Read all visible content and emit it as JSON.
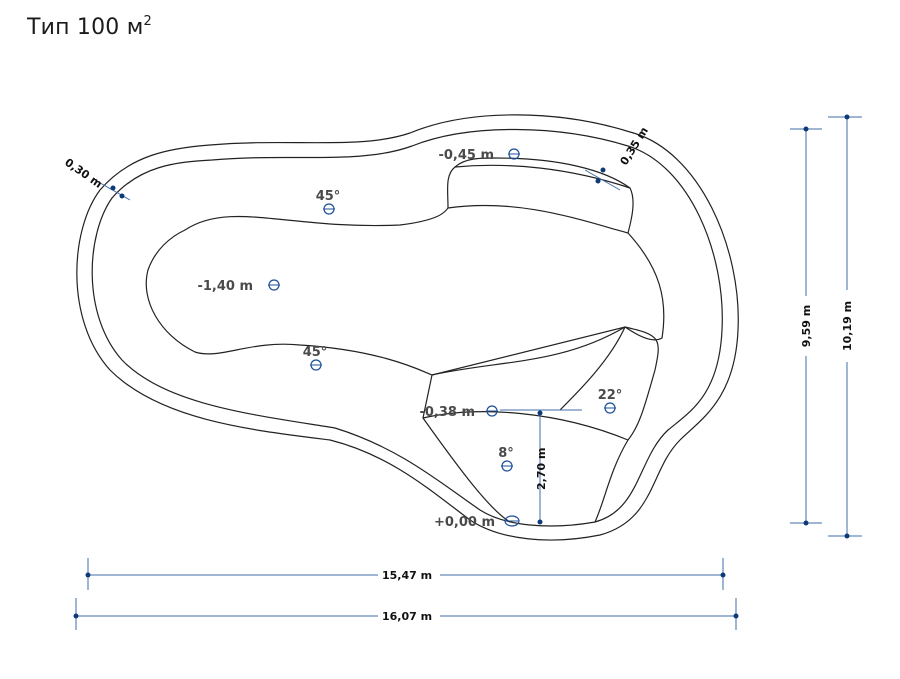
{
  "title": {
    "text": "Тип 100 м",
    "sup": "2"
  },
  "dimensions": {
    "inner_length": "15,47 m",
    "outer_length": "16,07 m",
    "inner_width": "9,59 m",
    "outer_width": "10,19 m",
    "step_length": "2,70 m",
    "edge_left": "0,30 m",
    "edge_right": "0,35 m"
  },
  "depths": {
    "shelf": "-0,45 m",
    "deep": "-1,40 m",
    "step": "-0,38 m",
    "entry": "+0,00 m"
  },
  "slopes": {
    "top": "45°",
    "bottom": "45°",
    "right": "22°",
    "entry": "8°"
  }
}
